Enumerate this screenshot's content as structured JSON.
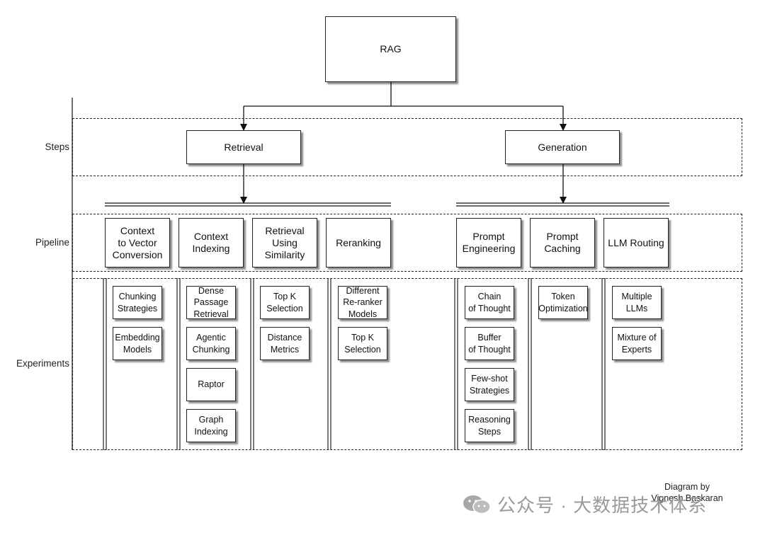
{
  "diagram": {
    "root": "RAG",
    "row_labels": {
      "steps": "Steps",
      "pipeline": "Pipeline",
      "experiments": "Experiments"
    },
    "steps": [
      {
        "label": "Retrieval",
        "pipeline": [
          {
            "label": "Context\nto Vector\nConversion",
            "experiments": [
              "Chunking\nStrategies",
              "Embedding\nModels"
            ]
          },
          {
            "label": "Context\nIndexing",
            "experiments": [
              "Dense\nPassage\nRetrieval",
              "Agentic\nChunking",
              "Raptor",
              "Graph\nIndexing"
            ]
          },
          {
            "label": "Retrieval\nUsing\nSimilarity",
            "experiments": [
              "Top K\nSelection",
              "Distance\nMetrics"
            ]
          },
          {
            "label": "Reranking",
            "experiments": [
              "Different\nRe-ranker\nModels",
              "Top K\nSelection"
            ]
          }
        ]
      },
      {
        "label": "Generation",
        "pipeline": [
          {
            "label": "Prompt\nEngineering",
            "experiments": [
              "Chain\nof Thought",
              "Buffer\nof Thought",
              "Few-shot\nStrategies",
              "Reasoning\nSteps"
            ]
          },
          {
            "label": "Prompt\nCaching",
            "experiments": [
              "Token\nOptimization"
            ]
          },
          {
            "label": "LLM Routing",
            "experiments": [
              "Multiple\nLLMs",
              "Mixture of\nExperts"
            ]
          }
        ]
      }
    ],
    "credit": "Diagram by\nVignesh Baskaran",
    "watermark": "公众号 · 大数据技术体系",
    "watermark_icon": "wechat-icon"
  }
}
